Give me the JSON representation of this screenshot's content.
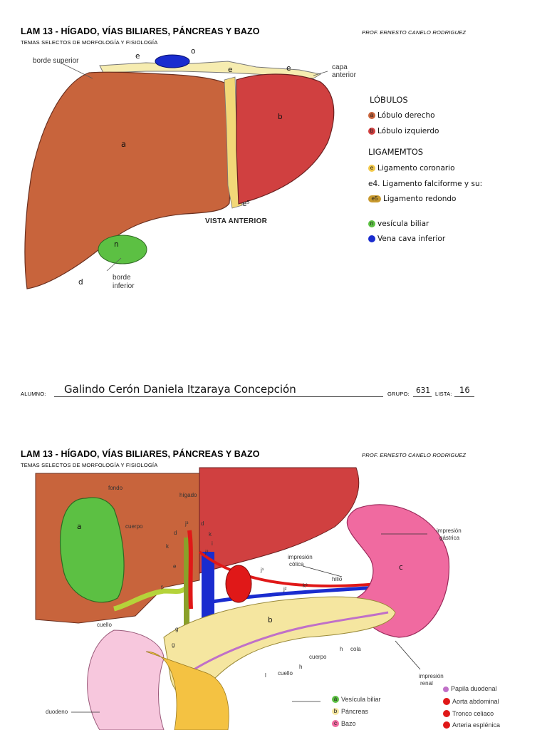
{
  "page1": {
    "title": "LAM 13 - HÍGADO, VÍAS BILIARES, PÁNCREAS Y BAZO",
    "subtitle": "TEMAS SELECTOS DE MORFOLOGÍA Y FISIOLOGÍA",
    "professor": "PROF. ERNESTO CANELO RODRIGUEZ",
    "figure_labels": {
      "borde_superior": "borde superior",
      "capa": "capa",
      "anterior": "anterior",
      "vista_anterior": "VISTA ANTERIOR",
      "borde": "borde",
      "inferior": "inferior",
      "a": "a",
      "b": "b",
      "n": "n",
      "e1": "e",
      "e2": "e",
      "e3": "e",
      "e5": "e⁵",
      "o": "o",
      "d": "d"
    },
    "legend": {
      "lobulos_heading": "LÓBULOS",
      "ligamentos_heading": "LIGAMEMTOS",
      "items": [
        {
          "key": "a",
          "label": "Lóbulo derecho",
          "color": "#c8643c"
        },
        {
          "key": "b",
          "label": "Lóbulo izquierdo",
          "color": "#d04040"
        },
        {
          "key": "e",
          "label": "Ligamento coronario",
          "color": "#f2c94c"
        },
        {
          "key": "e4",
          "label": ". Ligamento falciforme y su:",
          "color": "#ffffff"
        },
        {
          "key": "e5",
          "label": "Ligamento redondo",
          "color": "#c99a2e"
        },
        {
          "key": "n",
          "label": "vesícula biliar",
          "color": "#5cc043"
        },
        {
          "key": "",
          "label": "Vena cava inferior",
          "color": "#1a2ccf"
        }
      ]
    }
  },
  "student": {
    "alumno_label": "ALUMNO:",
    "name": "Galindo Cerón Daniela Itzaraya Concepción",
    "grupo_label": "GRUPO:",
    "grupo": "631",
    "lista_label": "LISTA:",
    "lista": "16"
  },
  "page2": {
    "title": "LAM 13 - HÍGADO, VÍAS BILIARES, PÁNCREAS Y BAZO",
    "subtitle": "TEMAS SELECTOS DE MORFOLOGÍA Y FISIOLOGÍA",
    "professor": "PROF. ERNESTO CANELO RODRIGUEZ",
    "figure_labels": {
      "fondo": "fondo",
      "higado": "hígado",
      "cuerpo_vesicula": "cuerpo",
      "cuello_vesicula": "cuello",
      "impresion_gastrica_1": "impresión",
      "impresion_gastrica_2": "gástrica",
      "impresion_colica_1": "impresión",
      "impresion_colica_2": "cólica",
      "hilio": "hilio",
      "cola": "cola",
      "cuerpo_pancreas": "cuerpo",
      "cuello_pancreas": "cuello",
      "impresion_renal_1": "impresión",
      "impresion_renal_2": "renal",
      "duodeno": "duodeno",
      "a": "a",
      "b": "b",
      "c": "c",
      "d1": "d",
      "d2": "d",
      "e": "e",
      "f": "f",
      "g1": "g",
      "g2": "g",
      "h1": "h",
      "h2": "h",
      "i": "i",
      "j1": "j¹",
      "j2": "j²",
      "j3": "j³",
      "j3b": "j³",
      "k1": "k",
      "k2": "k",
      "k3": "k³",
      "l": "l"
    },
    "legend_left": [
      {
        "key": "a",
        "label": "Vesícula biliar",
        "color": "#5cc043"
      },
      {
        "key": "b",
        "label": "Páncreas",
        "color": "#f5e6a0"
      },
      {
        "key": "c",
        "label": "Bazo",
        "color": "#f06aa0"
      }
    ],
    "legend_right": [
      {
        "key": "",
        "label": "Papila duodenal",
        "color": "#c070c8"
      },
      {
        "key": "",
        "label": "Aorta abdominal",
        "color": "#e01818"
      },
      {
        "key": "",
        "label": "Tronco celiaco",
        "color": "#e01818"
      },
      {
        "key": "",
        "label": "Arteria esplénica",
        "color": "#e01818"
      }
    ]
  }
}
